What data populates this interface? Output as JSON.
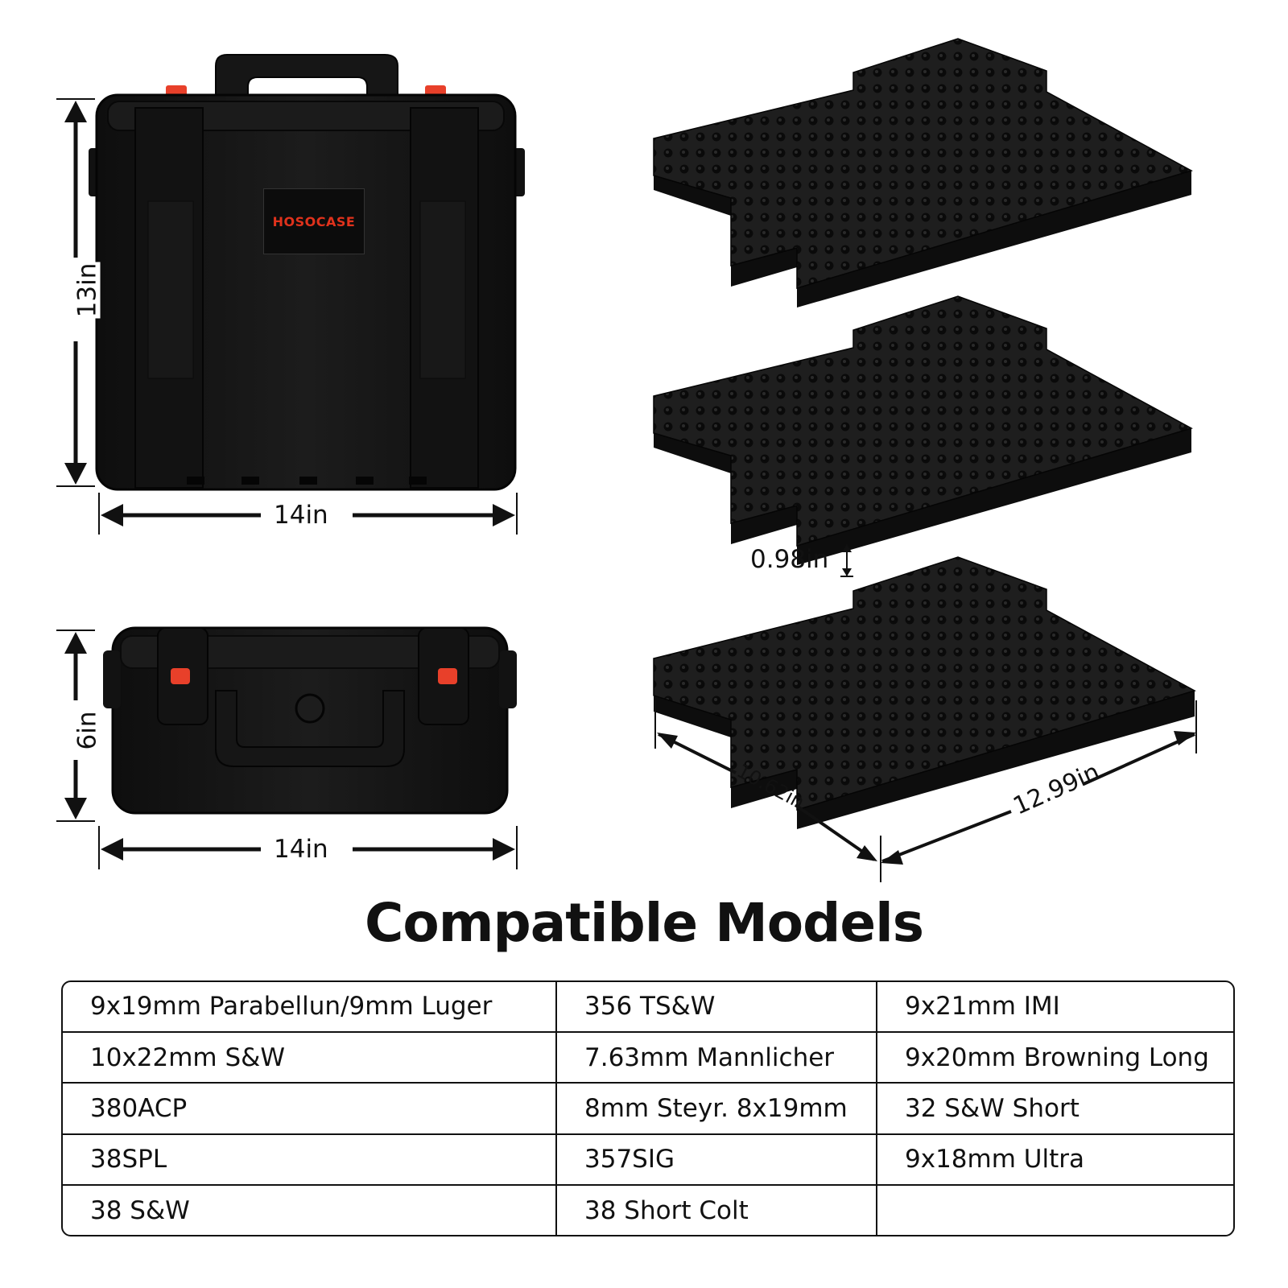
{
  "case_front": {
    "logo_text": "HOSOCASE",
    "height_label": "13in",
    "width_label": "14in"
  },
  "case_side": {
    "depth_label": "6in",
    "width_label": "14in"
  },
  "foam": {
    "thickness_label": "0.98in",
    "width_label": "10.62in",
    "length_label": "12.99in"
  },
  "colors": {
    "case_body": "#141414",
    "latch_accent": "#e8402a",
    "logo_text": "#e0321c",
    "foam": "#1c1c1c"
  },
  "compatible": {
    "title": "Compatible Models",
    "rows": [
      [
        "9x19mm Parabellun/9mm Luger",
        "356 TS&W",
        "9x21mm IMI"
      ],
      [
        "10x22mm S&W",
        "7.63mm Mannlicher",
        "9x20mm Browning Long"
      ],
      [
        "380ACP",
        "8mm Steyr. 8x19mm",
        "32 S&W Short"
      ],
      [
        "38SPL",
        "357SIG",
        "9x18mm Ultra"
      ],
      [
        "38 S&W",
        "38 Short Colt",
        ""
      ]
    ]
  }
}
